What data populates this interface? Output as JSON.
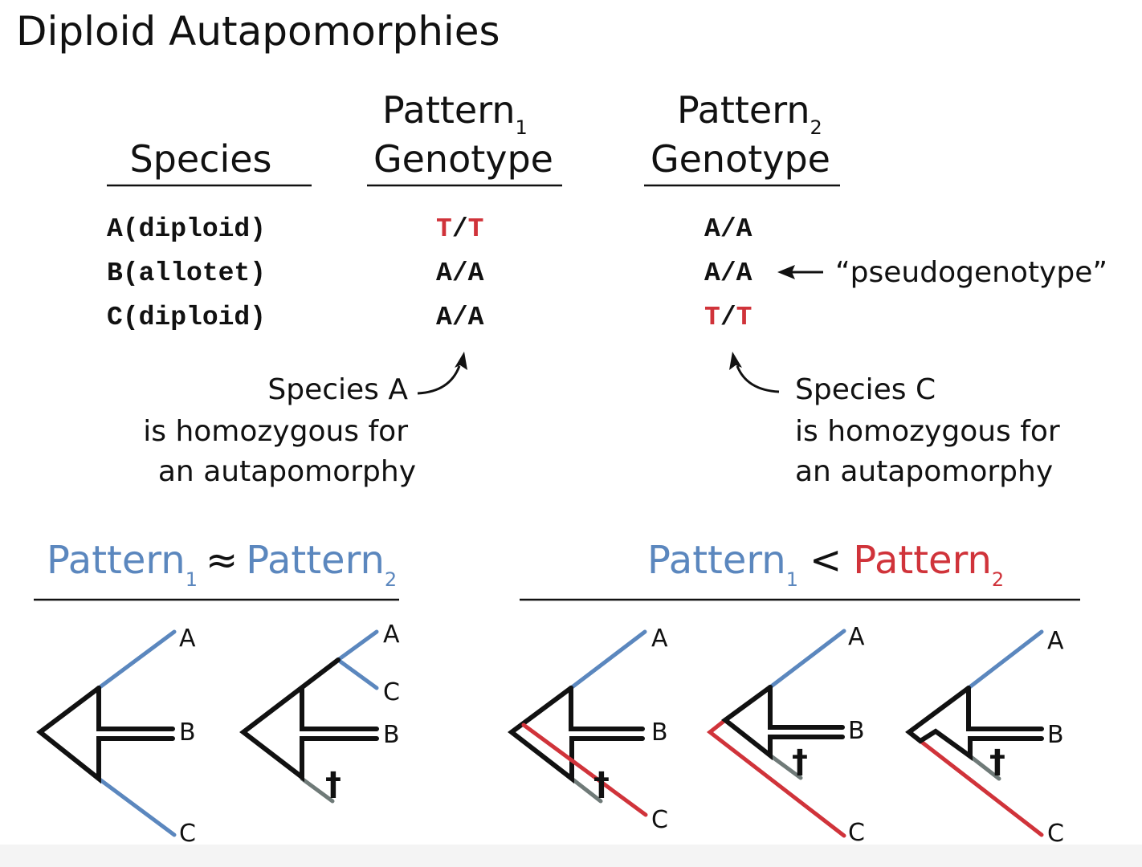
{
  "title": "Diploid Autapomorphies",
  "table": {
    "headers": {
      "species": "Species",
      "pattern1": {
        "name": "Pattern",
        "sub": "1",
        "second_line": "Genotype"
      },
      "pattern2": {
        "name": "Pattern",
        "sub": "2",
        "second_line": "Genotype"
      }
    },
    "rows": [
      {
        "species": "A(diploid)",
        "p1": [
          "T",
          "/",
          "T"
        ],
        "p2": [
          "A",
          "/",
          "A"
        ],
        "p1_red": true,
        "p2_red": false
      },
      {
        "species": "B(allotet)",
        "p1": [
          "A",
          "/",
          "A"
        ],
        "p2": [
          "A",
          "/",
          "A"
        ],
        "p1_red": false,
        "p2_red": false
      },
      {
        "species": "C(diploid)",
        "p1": [
          "A",
          "/",
          "A"
        ],
        "p2": [
          "T",
          "/",
          "T"
        ],
        "p1_red": false,
        "p2_red": true
      }
    ],
    "pseudogenotype_label": "“pseudogenotype”"
  },
  "annotations": {
    "left": [
      "Species A",
      "is homozygous for",
      "an  autapomorphy"
    ],
    "right": [
      "Species C",
      "is homozygous for",
      "an  autapomorphy"
    ]
  },
  "sections": {
    "left": {
      "p1": "Pattern",
      "p1_sub": "1",
      "relation": "≈",
      "p2": "Pattern",
      "p2_sub": "2"
    },
    "right": {
      "p1": "Pattern",
      "p1_sub": "1",
      "relation": "<",
      "p2": "Pattern",
      "p2_sub": "2"
    }
  },
  "tips": {
    "a": "A",
    "b": "B",
    "c": "C"
  },
  "extinct_marker": "†",
  "colors": {
    "blue": "#5b87be",
    "red": "#d0333a",
    "black": "#111111",
    "gray": "#6f7a78"
  }
}
